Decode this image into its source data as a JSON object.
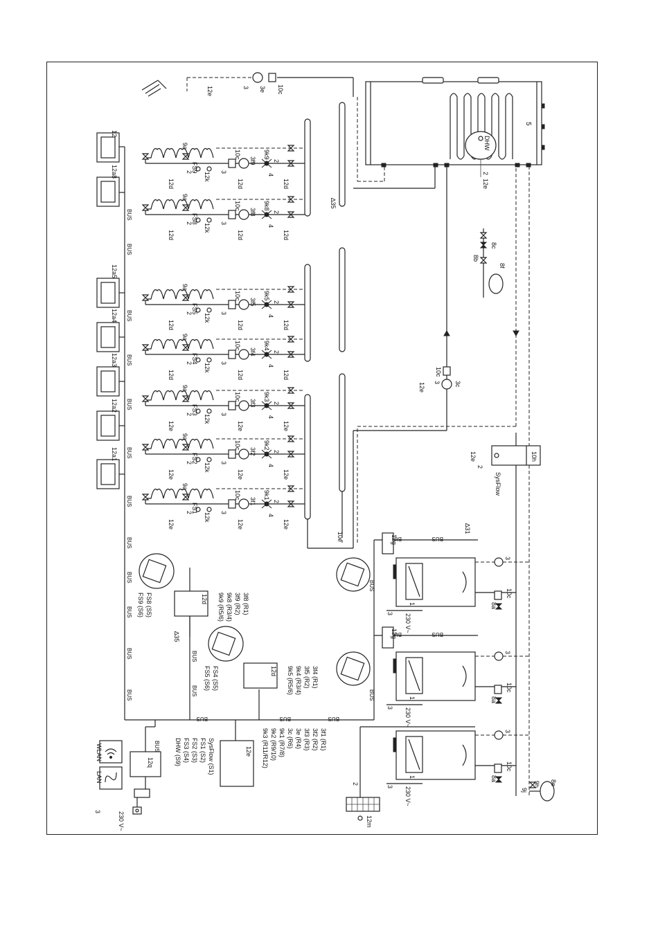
{
  "labels": {
    "ctrl_main": "12",
    "ctrl_zone8": "12a8",
    "ctrl_zone5": "12a5",
    "ctrl_zone4": "12a4",
    "ctrl_zone3": "12a3",
    "ctrl_zone2": "12a2",
    "ctrl_zone1": "12a1",
    "bus": "BUS",
    "tank": "5",
    "dhw": "DHW",
    "sysflow": "SysFlow",
    "low_loss_header": "10h",
    "lan": "LAN",
    "wlan": "WLAN",
    "gateway": "12q",
    "mains": "230 V~",
    "room_sensor": "12m",
    "module_d": "12d",
    "module_e": "12e",
    "module_g": "12g",
    "delta35": "∆35",
    "delta31": "∆31",
    "pump_3c": "3c",
    "pump_3e": "3e",
    "valve_10c": "10c",
    "valve_10e": "10e",
    "exp_8f": "8f",
    "exp_8e": "8e",
    "valve_8a": "8a",
    "valve_8b": "8b",
    "valve_8c": "8c",
    "valve_9h": "9h",
    "valve_9j": "9j",
    "valve_9a": "9a",
    "boiler_num": "1",
    "boiler_pump": "3",
    "sensor_12k": "12k",
    "wire_2": "2",
    "wire_3": "3",
    "wire_4": "4"
  },
  "zones": [
    {
      "pump": "3f1",
      "mixer": "9k1",
      "fs": "FS1",
      "ctl": "12e"
    },
    {
      "pump": "3f2",
      "mixer": "9k2",
      "fs": "FS2",
      "ctl": "12e"
    },
    {
      "pump": "3f3",
      "mixer": "9k3",
      "fs": "FS3",
      "ctl": "12e"
    },
    {
      "pump": "3f4",
      "mixer": "9k4",
      "fs": "FS4",
      "ctl": "12d"
    },
    {
      "pump": "3f5",
      "mixer": "9k5",
      "fs": "FS5",
      "ctl": "12d"
    },
    {
      "pump": "3f8",
      "mixer": "9k8",
      "fs": "FS8",
      "ctl": "12d"
    },
    {
      "pump": "3f9",
      "mixer": "9k9",
      "fs": "FS9",
      "ctl": "12d"
    }
  ],
  "module_12d_top": {
    "inputs": [
      "FS9 (S6)",
      "FS8 (S5)"
    ],
    "outputs": [
      "9k9 (R5/6)",
      "9k8 (R3/4)",
      "3f9 (R2)",
      "3f8 (R1)"
    ]
  },
  "module_12d_mid": {
    "inputs": [
      "FS5 (S6)",
      "FS4 (S5)"
    ],
    "outputs": [
      "9k5 (R5/6)",
      "9k4 (R3/4)",
      "3f5 (R2)",
      "3f4 (R1)"
    ]
  },
  "module_12e_main": {
    "inputs": [
      "DHW (S9)",
      "FS3 (S4)",
      "FS2 (S3)",
      "FS1 (S2)",
      "SysFlow (S1)"
    ],
    "outputs": [
      "9k3 (R11/R12)",
      "9k2 (R9/10)",
      "9k1 (R7/8)",
      "3c (R6)",
      "3e (R4)",
      "3f3 (R3)",
      "3f2 (R2)",
      "3f1 (R1)"
    ]
  }
}
